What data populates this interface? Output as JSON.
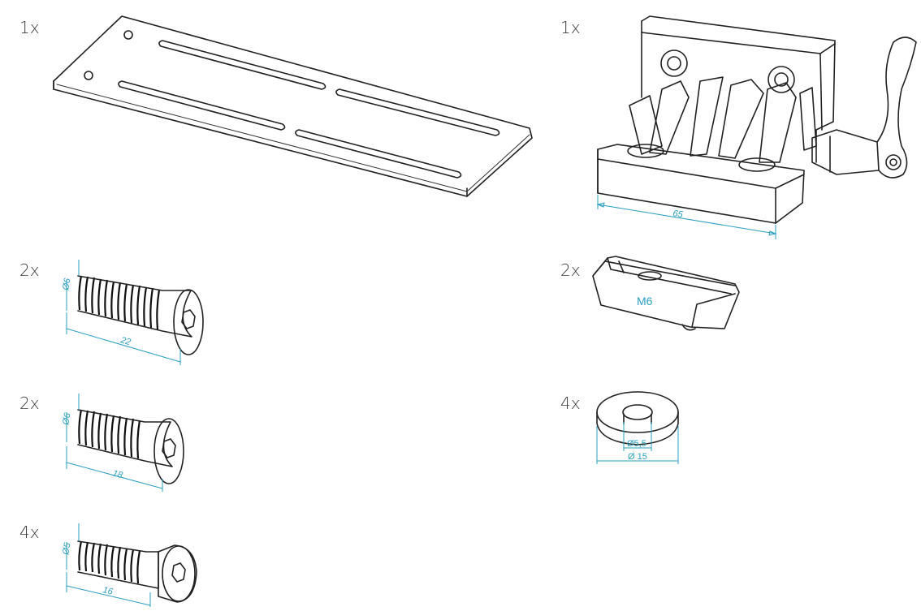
{
  "quantities": {
    "plate": "1x",
    "clamp": "1x",
    "screw_22": "2x",
    "tnut": "2x",
    "screw_18": "2x",
    "washer": "4x",
    "screw_16": "4x"
  },
  "dimensions": {
    "clamp_width": "65",
    "tnut_label": "M6",
    "screw_22_diameter": "Ø6",
    "screw_22_length": "22",
    "screw_18_diameter": "Ø6",
    "screw_18_length": "18",
    "screw_16_diameter": "Ø5",
    "screw_16_length": "16",
    "washer_inner": "Ø5,5",
    "washer_outer": "Ø 15"
  },
  "colors": {
    "dimension": "#2a9fc0",
    "ink": "#222222"
  }
}
